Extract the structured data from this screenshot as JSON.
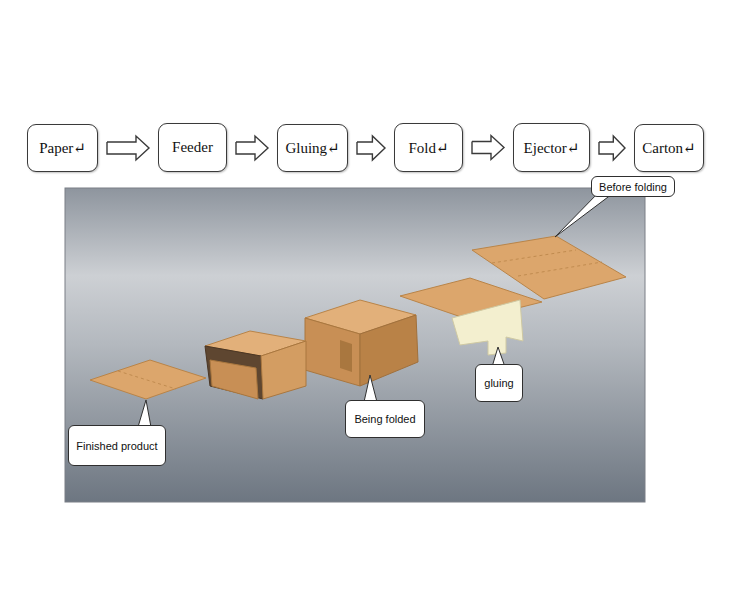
{
  "diagram": {
    "nodes": [
      {
        "text": [
          "Paper↵"
        ]
      },
      {
        "text": [
          "Feeder"
        ]
      },
      {
        "text": [
          "Gluing↵"
        ]
      },
      {
        "text": [
          "Fold↵"
        ]
      },
      {
        "text": [
          "Ejector↵"
        ]
      },
      {
        "text": [
          "Carton↵"
        ]
      },
      {
        "text": [
          "Before folding"
        ]
      },
      {
        "text": [
          "gluing"
        ]
      },
      {
        "text": [
          "Being folded"
        ]
      },
      {
        "text": [
          "Finished product"
        ]
      }
    ],
    "edges": [
      {
        "from": 0,
        "to": 1,
        "arrow": "to"
      },
      {
        "from": 1,
        "to": 2,
        "arrow": "to"
      },
      {
        "from": 2,
        "to": 3,
        "arrow": "to"
      },
      {
        "from": 3,
        "to": 4,
        "arrow": "to"
      },
      {
        "from": 4,
        "to": 5,
        "arrow": "to"
      }
    ]
  }
}
